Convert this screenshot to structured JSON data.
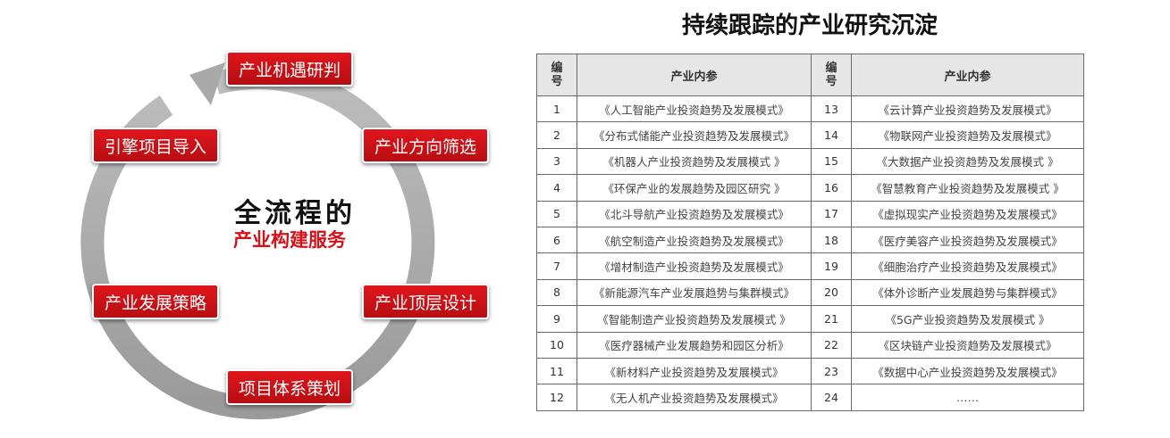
{
  "colors": {
    "accent_red": "#d6111a",
    "arrow_gray": "#a9a9a9",
    "table_border": "#6a6a6a",
    "header_bg": "#e6e6e6"
  },
  "diagram": {
    "center_title": "全流程的",
    "center_subtitle": "产业构建服务",
    "nodes": {
      "top": "产业机遇研判",
      "upper_right": "产业方向筛选",
      "lower_right": "产业顶层设计",
      "bottom": "项目体系策划",
      "lower_left": "产业发展策略",
      "upper_left": "引擎项目导入"
    },
    "arrow_icon": "cycle-arrow-icon"
  },
  "table": {
    "title": "持续跟踪的产业研究沉淀",
    "headers": {
      "num_line1": "编",
      "num_line2": "号",
      "content": "产业内参"
    },
    "rows": [
      {
        "n1": "1",
        "c1": "《人工智能产业投资趋势及发展模式》",
        "n2": "13",
        "c2": "《云计算产业投资趋势及发展模式》"
      },
      {
        "n1": "2",
        "c1": "《分布式储能产业投资趋势及发展模式》",
        "n2": "14",
        "c2": "《物联网产业投资趋势及发展模式》"
      },
      {
        "n1": "3",
        "c1": "《机器人产业投资趋势及发展模式 》",
        "n2": "15",
        "c2": "《大数据产业投资趋势及发展模式 》"
      },
      {
        "n1": "4",
        "c1": "《环保产业的发展趋势及园区研究 》",
        "n2": "16",
        "c2": "《智慧教育产业投资趋势及发展模式 》"
      },
      {
        "n1": "5",
        "c1": "《北斗导航产业投资趋势及发展模式》",
        "n2": "17",
        "c2": "《虚拟现实产业投资趋势及发展模式》"
      },
      {
        "n1": "6",
        "c1": "《航空制造产业投资趋势及发展模式》",
        "n2": "18",
        "c2": "《医疗美容产业投资趋势及发展模式》"
      },
      {
        "n1": "7",
        "c1": "《增材制造产业投资趋势及发展模式》",
        "n2": "19",
        "c2": "《细胞治疗产业投资趋势及发展模式》"
      },
      {
        "n1": "8",
        "c1": "《新能源汽车产业发展趋势与集群模式》",
        "n2": "20",
        "c2": "《体外诊断产业发展趋势与集群模式》"
      },
      {
        "n1": "9",
        "c1": "《智能制造产业投资趋势及发展模式 》",
        "n2": "21",
        "c2": "《5G产业投资趋势及发展模式 》"
      },
      {
        "n1": "10",
        "c1": "《医疗器械产业发展趋势和园区分析》",
        "n2": "22",
        "c2": "《区块链产业投资趋势及发展模式》"
      },
      {
        "n1": "11",
        "c1": "《新材料产业投资趋势及发展模式》",
        "n2": "23",
        "c2": "《数据中心产业投资趋势及发展模式》"
      },
      {
        "n1": "12",
        "c1": "《无人机产业投资趋势及发展模式》",
        "n2": "24",
        "c2": "……"
      }
    ]
  }
}
